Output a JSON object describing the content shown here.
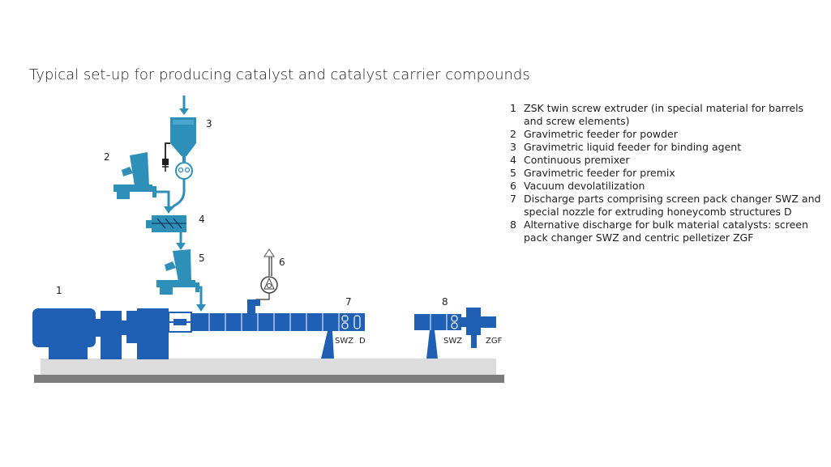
{
  "title": "Typical set-up for producing catalyst and catalyst carrier compounds",
  "callouts": {
    "n1": "1",
    "n2": "2",
    "n3": "3",
    "n4": "4",
    "n5": "5",
    "n6": "6",
    "n7": "7",
    "n8": "8",
    "swz_7": "SWZ",
    "d_7": "D",
    "swz_8": "SWZ",
    "zgf_8": "ZGF"
  },
  "legend": [
    {
      "num": "1",
      "text": "ZSK twin screw extruder (in special material for barrels and screw elements)"
    },
    {
      "num": "2",
      "text": "Gravimetric feeder for powder"
    },
    {
      "num": "3",
      "text": "Gravimetric liquid feeder for binding agent"
    },
    {
      "num": "4",
      "text": "Continuous premixer"
    },
    {
      "num": "5",
      "text": "Gravimetric feeder for premix"
    },
    {
      "num": "6",
      "text": "Vacuum devolatilization"
    },
    {
      "num": "7",
      "text": "Discharge parts comprising screen pack changer SWZ and special nozzle for extruding honeycomb structures D"
    },
    {
      "num": "8",
      "text": "Alternative discharge for bulk material catalysts: screen pack changer SWZ and centric pelletizer ZGF"
    }
  ],
  "colors": {
    "extruder_blue": "#1f5fb4",
    "feeder_teal": "#2e90b8",
    "base_light": "#dcdcdc",
    "base_dark": "#7c7c7c"
  }
}
